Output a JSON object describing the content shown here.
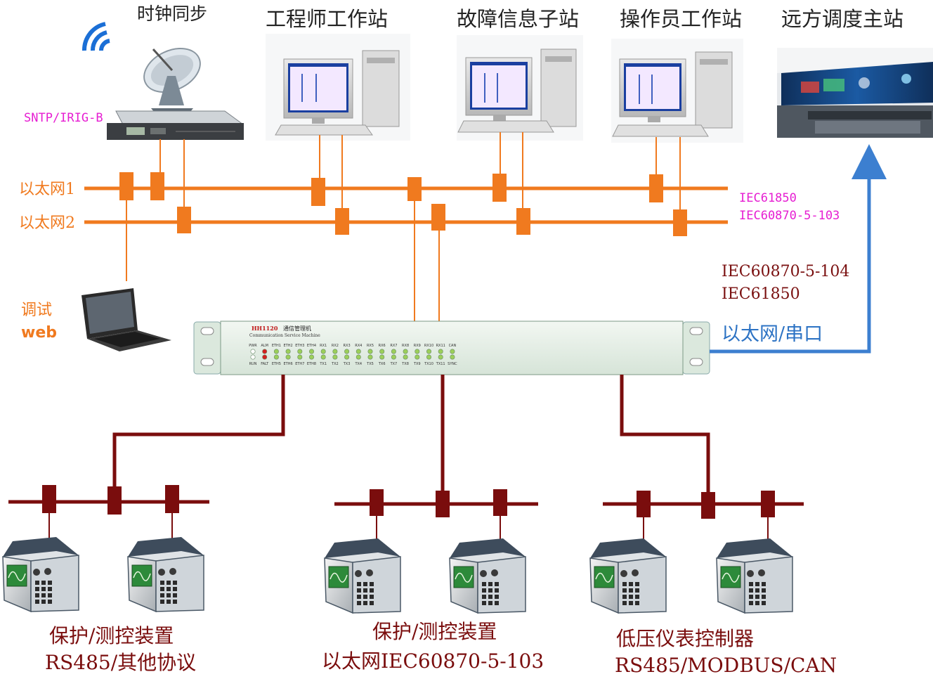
{
  "labels": {
    "clock_sync": "时钟同步",
    "engineer": "工程师工作站",
    "fault": "故障信息子站",
    "operator": "操作员工作站",
    "remote": "远方调度主站",
    "sntp": "SNTP/IRIG-B",
    "eth1": "以太网1",
    "eth2": "以太网2",
    "debug": "调试",
    "web": "web",
    "iec61850_a": "IEC61850",
    "iec103_a": "IEC60870-5-103",
    "iec104": "IEC60870-5-104",
    "iec61850_b": "IEC61850",
    "eth_serial": "以太网/串口",
    "device_brand": "HH1120",
    "device_name_cn": "通信管理机",
    "device_name_en": "Communication Service Machine",
    "group1_line1": "保护/测控装置",
    "group1_line2": "RS485/其他协议",
    "group2_line1": "保护/测控装置",
    "group2_line2": "以太网IEC60870-5-103",
    "group3_line1": "低压仪表控制器",
    "group3_line2": "RS485/MODBUS/CAN"
  },
  "leds_top": [
    "PWR",
    "ALM",
    "ETH1",
    "ETH2",
    "ETH3",
    "ETH4",
    "RX1",
    "RX2",
    "RX3",
    "RX4",
    "RX5",
    "RX6",
    "RX7",
    "RX8",
    "RX9",
    "RX10",
    "RX11",
    "CAN"
  ],
  "leds_bottom": [
    "RUN",
    "FALT",
    "ETH5",
    "ETH6",
    "ETH7",
    "ETH8",
    "TX1",
    "TX2",
    "TX3",
    "TX4",
    "TX5",
    "TX6",
    "TX7",
    "TX8",
    "TX9",
    "TX10",
    "TX11",
    "SYNC"
  ],
  "colors": {
    "ethernet": "#f07a1f",
    "fieldbus": "#7a0d0d",
    "uplink": "#3c7fd0",
    "led_green": "#9ccf5a",
    "led_red": "#d42020"
  }
}
